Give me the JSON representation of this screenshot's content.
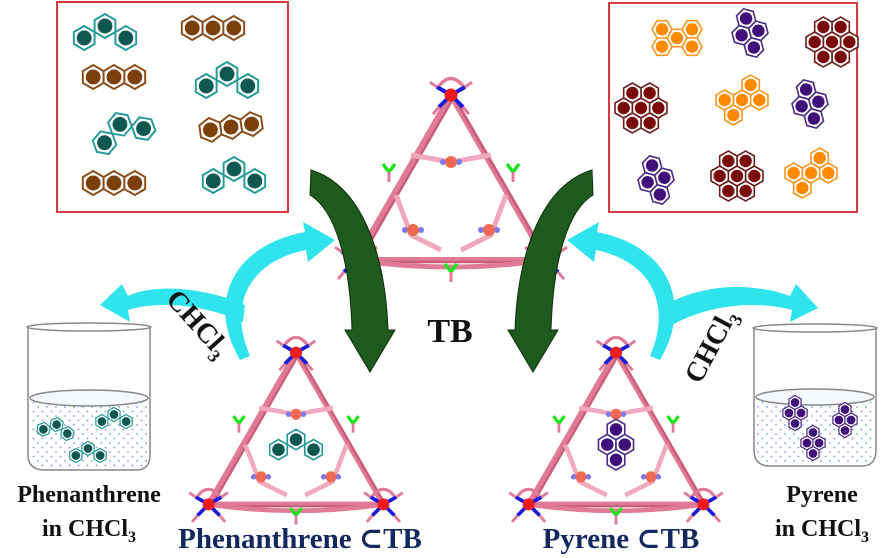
{
  "title": "Selective encapsulation of phenanthrene and pyrene by cage TB",
  "colors": {
    "panel_border": "#d9383e",
    "phenanthrene": "#0f5751",
    "phenanthrene_outline": "#1f9a96",
    "anthracene": "#7b3f0a",
    "anthracene_outline": "#8c4a14",
    "pyrene": "#3f0f7a",
    "pyrene_outline": "#4a2a86",
    "coronene": "#7a0a0a",
    "coronene_outline": "#6b1d1d",
    "perylene": "#ff8a00",
    "perylene_outline": "#f7961e",
    "release_arrow": "#2fe4ec",
    "uptake_arrow": "#1e5a1e",
    "cage_bond": "#e07a96",
    "cage_metal": "#ee1c1c",
    "cage_nitrogen": "#1a1adc",
    "cage_boron": "#1be51b",
    "label_navy": "#13285e"
  },
  "left_panel": {
    "name": "phenanthrene-anthracene-mixture",
    "molecules": [
      "phenanthrene",
      "anthracene",
      "anthracene",
      "phenanthrene",
      "phenanthrene",
      "anthracene",
      "anthracene",
      "phenanthrene"
    ]
  },
  "right_panel": {
    "name": "pyrene-perylene-coronene-mixture",
    "molecules": [
      "perylene",
      "pyrene",
      "coronene",
      "coronene",
      "perylene",
      "pyrene",
      "pyrene",
      "coronene",
      "perylene"
    ]
  },
  "cage": {
    "label": "TB"
  },
  "left_complex": {
    "label": "Phenanthrene ⊂TB",
    "guest": "phenanthrene"
  },
  "right_complex": {
    "label": "Pyrene ⊂TB",
    "guest": "pyrene"
  },
  "left_release": {
    "solvent_label": "CHCl",
    "solvent_subscript": "3"
  },
  "right_release": {
    "solvent_label": "CHCl",
    "solvent_subscript": "3"
  },
  "left_beaker": {
    "label_line1": "Phenanthrene",
    "label_line2": "in CHCl",
    "label_sub": "3",
    "guest": "phenanthrene",
    "count": 3
  },
  "right_beaker": {
    "label_line1": "Pyrene",
    "label_line2": "in CHCl",
    "label_sub": "3",
    "guest": "pyrene",
    "count": 3
  }
}
